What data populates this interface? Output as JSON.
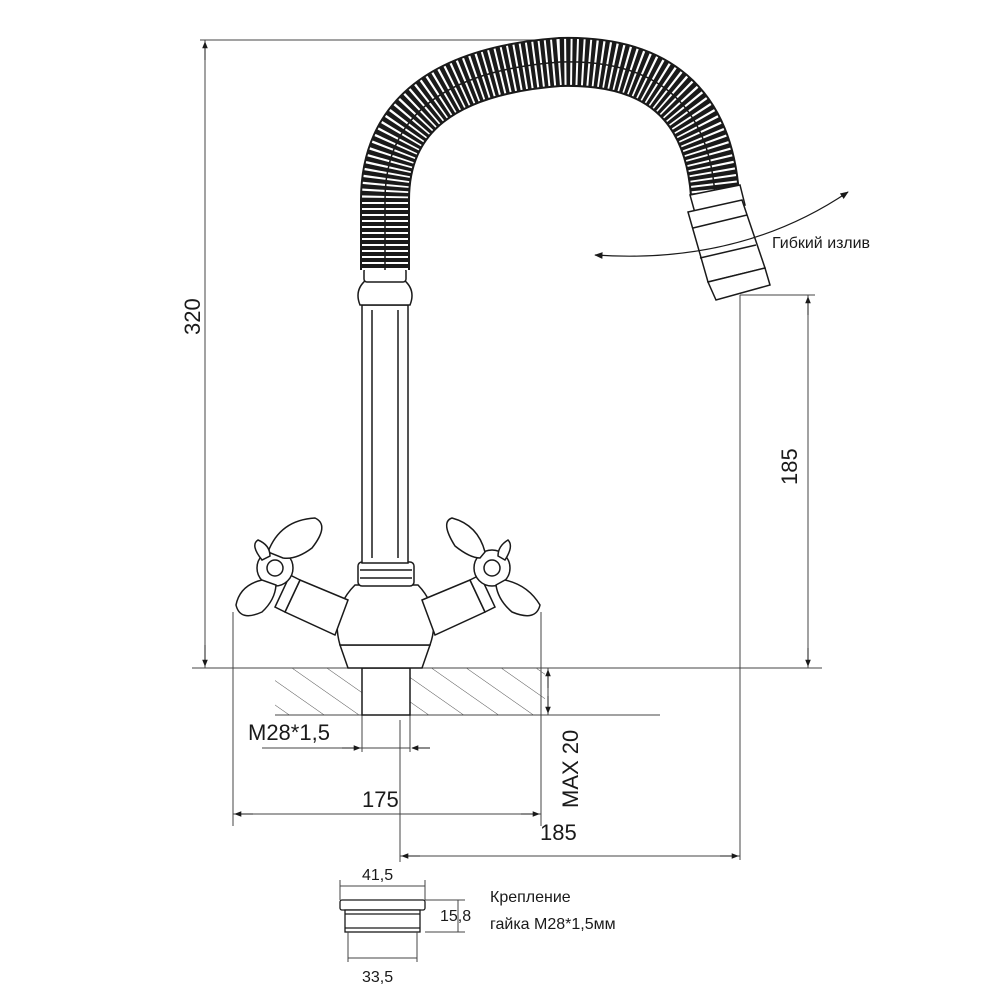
{
  "colors": {
    "line": "#1a1a1a",
    "dim_line": "#444444",
    "hatch": "#555555",
    "spout_fill": "#2a2a2a",
    "background": "#ffffff"
  },
  "labels": {
    "flexible_spout": "Гибкий излив",
    "mount_title": "Крепление",
    "mount_nut": "гайка М28*1,5мм"
  },
  "dimensions": {
    "total_height": "320",
    "spout_outlet_height": "185",
    "thread": "M28*1,5",
    "max_counter_thickness": "MAX 20",
    "width_handles": "175",
    "spout_reach": "185",
    "nut_outer": "41,5",
    "nut_height": "15,8",
    "nut_inner": "33,5"
  }
}
